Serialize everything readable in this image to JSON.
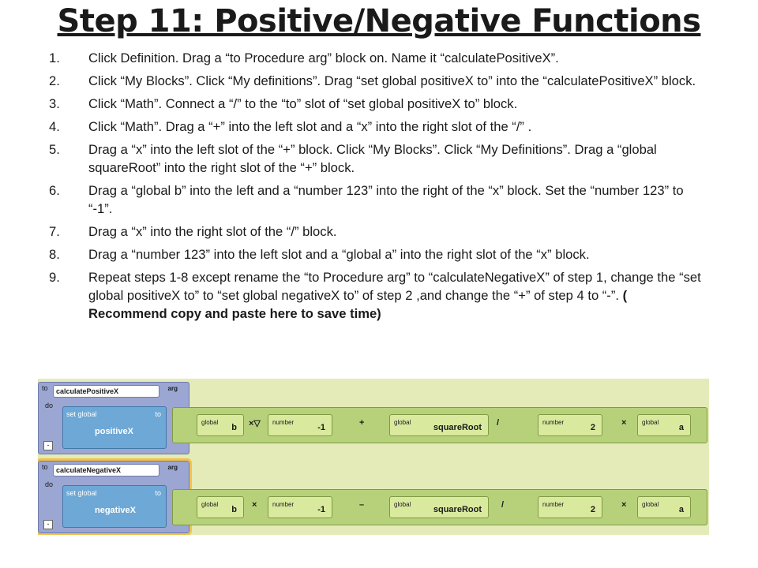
{
  "title": "Step 11: Positive/Negative Functions",
  "steps": [
    {
      "num": "1.",
      "text": "Click Definition. Drag a “to Procedure arg” block on. Name it “calculatePositiveX”."
    },
    {
      "num": "2.",
      "text": "Click “My Blocks”. Click “My definitions”. Drag “set global positiveX to” into the “calculatePositiveX” block."
    },
    {
      "num": "3.",
      "text": "Click “Math”. Connect a “/” to the “to” slot of “set global positiveX to” block."
    },
    {
      "num": "4.",
      "text": "Click “Math”.  Drag a “+” into the left slot and a “x” into the right slot of the “/” ."
    },
    {
      "num": "5.",
      "text": "Drag a “x” into the left slot of the “+” block. Click “My Blocks”. Click “My Definitions”. Drag a “global squareRoot”  into the right slot of the “+” block."
    },
    {
      "num": "6.",
      "text": "Drag a “global b” into the left and a “number 123” into the right of the “x” block. Set the “number 123” to “-1”."
    },
    {
      "num": "7.",
      "text": "Drag a “x” into the right slot of the “/” block."
    },
    {
      "num": "8.",
      "text": "Drag a “number 123” into the left slot and a “global a” into the right slot of the “x” block."
    },
    {
      "num": "9.",
      "text": "Repeat steps 1-8 except rename the “to Procedure arg” to “calculateNegativeX” of step 1, change the “set global positiveX to” to “set global negativeX to” of step 2 ,and change the “+” of step 4 to “-”.",
      "note": "( Recommend copy and paste here to save time)"
    }
  ],
  "blocks": {
    "procedures": [
      {
        "to": "to",
        "name": "calculatePositiveX",
        "arg": "arg",
        "do": "do",
        "set_label": "set global",
        "set_to": "to",
        "var": "positiveX",
        "minus": "-",
        "b_key": "global",
        "b_val": "b",
        "op1": "×▽",
        "n1_key": "number",
        "n1_val": "-1",
        "op2": "+",
        "sq_key": "global",
        "sq_val": "squareRoot",
        "div": "/",
        "n2_key": "number",
        "n2_val": "2",
        "op3": "×",
        "a_key": "global",
        "a_val": "a"
      },
      {
        "to": "to",
        "name": "calculateNegativeX",
        "arg": "arg",
        "do": "do",
        "set_label": "set global",
        "set_to": "to",
        "var": "negativeX",
        "minus": "-",
        "b_key": "global",
        "b_val": "b",
        "op1": "×",
        "n1_key": "number",
        "n1_val": "-1",
        "op2": "–",
        "sq_key": "global",
        "sq_val": "squareRoot",
        "div": "/",
        "n2_key": "number",
        "n2_val": "2",
        "op3": "×",
        "a_key": "global",
        "a_val": "a"
      }
    ]
  }
}
